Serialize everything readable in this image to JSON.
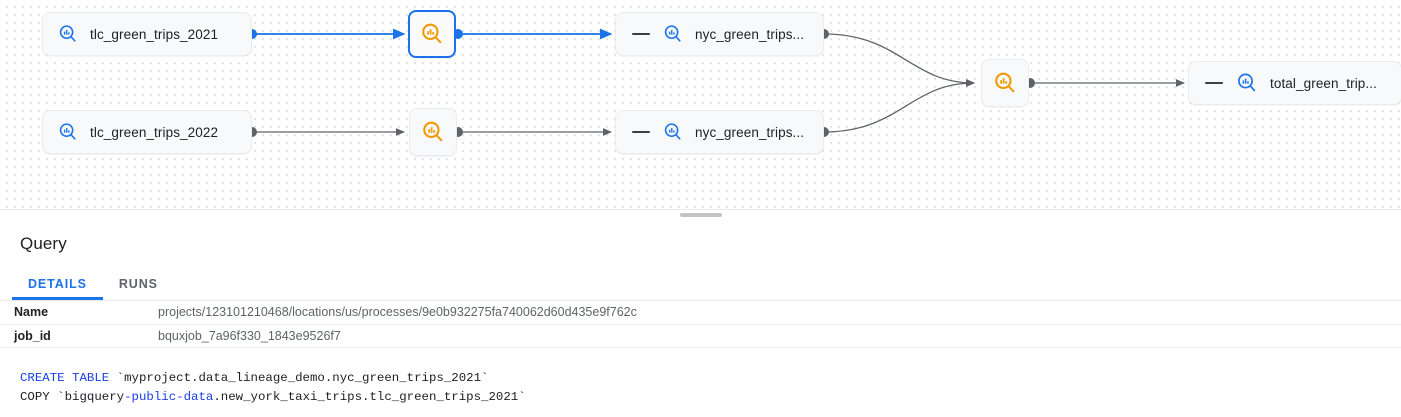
{
  "graph": {
    "background": "#ffffff",
    "dot_color": "#e3e3e3",
    "highlight_color": "#1a73e8",
    "edge_color": "#5f6368",
    "table_icon_color": "#1a73e8",
    "process_icon_color": "#f29900",
    "nodes": [
      {
        "id": "tlc2021",
        "type": "table",
        "label": "tlc_green_trips_2021",
        "icon": "table-search-icon",
        "collapsible": false,
        "selected": false
      },
      {
        "id": "tlc2022",
        "type": "table",
        "label": "tlc_green_trips_2022",
        "icon": "table-search-icon",
        "collapsible": false,
        "selected": false
      },
      {
        "id": "proc1",
        "type": "process",
        "label": "",
        "icon": "process-search-icon",
        "collapsible": false,
        "selected": true
      },
      {
        "id": "proc2",
        "type": "process",
        "label": "",
        "icon": "process-search-icon",
        "collapsible": false,
        "selected": false
      },
      {
        "id": "nyc1",
        "type": "table",
        "label": "nyc_green_trips...",
        "icon": "table-search-icon",
        "collapsible": true,
        "selected": false
      },
      {
        "id": "nyc2",
        "type": "table",
        "label": "nyc_green_trips...",
        "icon": "table-search-icon",
        "collapsible": true,
        "selected": false
      },
      {
        "id": "proc3",
        "type": "process",
        "label": "",
        "icon": "process-search-icon",
        "collapsible": false,
        "selected": false
      },
      {
        "id": "total",
        "type": "table",
        "label": "total_green_trip...",
        "icon": "table-search-icon",
        "collapsible": true,
        "selected": false
      }
    ]
  },
  "splitter": {
    "handle_name": "panel-resize-handle"
  },
  "panel": {
    "title": "Query",
    "tabs": [
      {
        "id": "details",
        "label": "DETAILS",
        "active": true
      },
      {
        "id": "runs",
        "label": "RUNS",
        "active": false
      }
    ],
    "properties": [
      {
        "key": "Name",
        "value": "projects/123101210468/locations/us/processes/9e0b932275fa740062d60d435e9f762c"
      },
      {
        "key": "job_id",
        "value": "bquxjob_7a96f330_1843e9526f7"
      }
    ],
    "sql": {
      "line1": {
        "keyword": "CREATE TABLE",
        "rest": " `myproject.data_lineage_demo.nyc_green_trips_2021`"
      },
      "line2": {
        "prefix": "COPY `bigquery",
        "keyword": "-public-data",
        "rest": ".new_york_taxi_trips.tlc_green_trips_2021`"
      }
    }
  }
}
